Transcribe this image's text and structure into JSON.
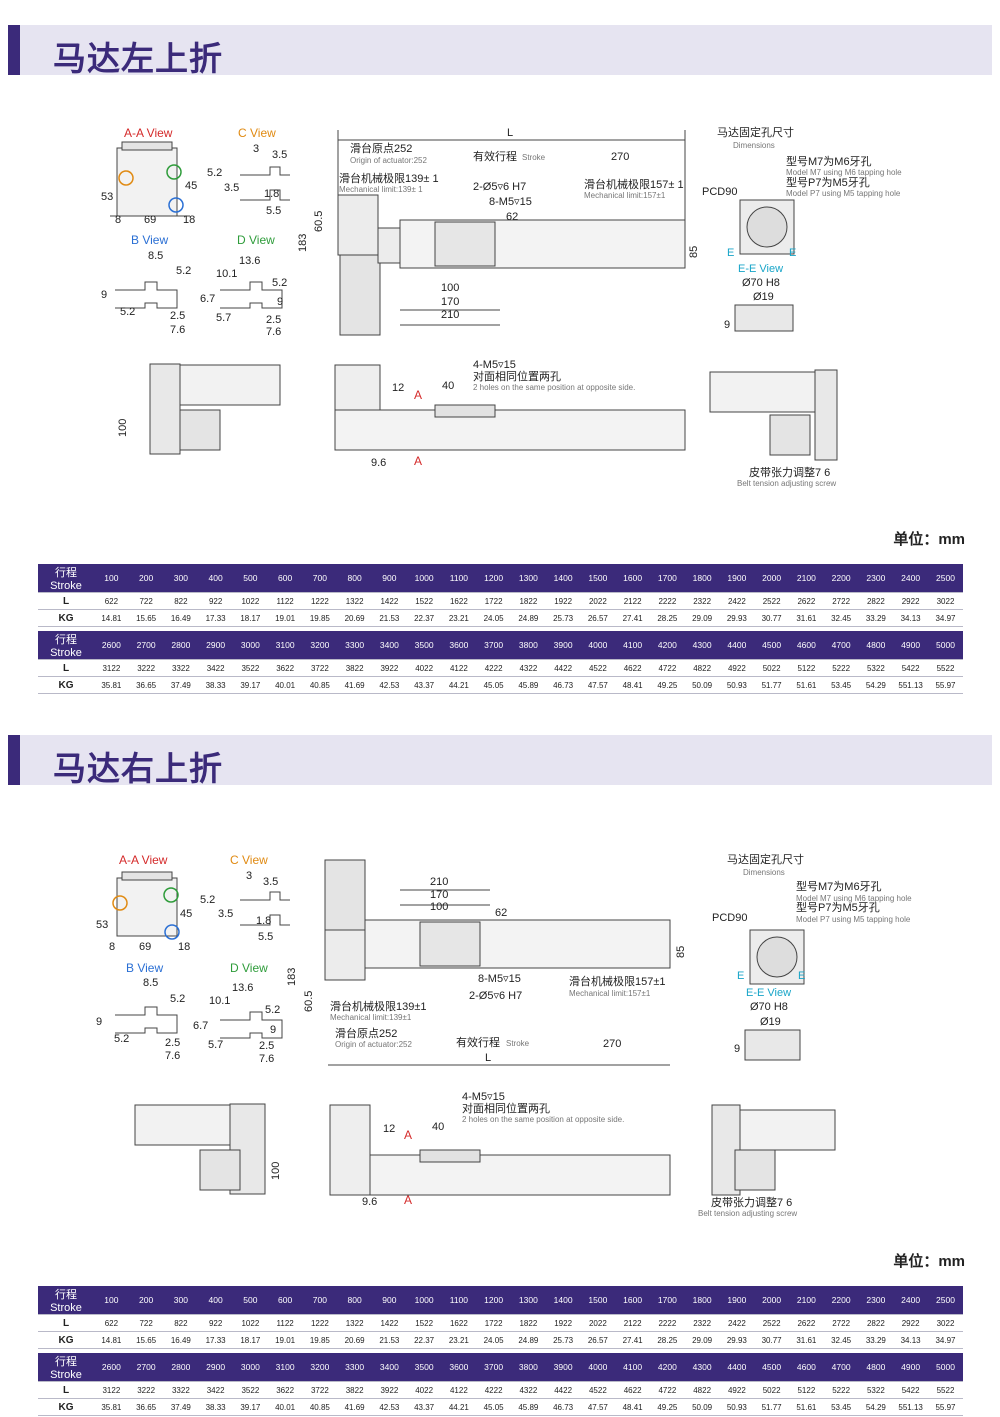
{
  "sections": [
    {
      "title": "马达左上折",
      "labels": {
        "aa_view": "A-A View",
        "c_view": "C View",
        "b_view": "B View",
        "d_view": "D View",
        "dim_3": "3",
        "dim_3_5": "3.5",
        "dim_5_2": "5.2",
        "dim_1_8": "1.8",
        "dim_5_5": "5.5",
        "dim_53": "53",
        "dim_45": "45",
        "dim_8": "8",
        "dim_69": "69",
        "dim_18": "18",
        "dim_8_5": "8.5",
        "dim_5_2b": "5.2",
        "dim_9": "9",
        "dim_2_5": "2.5",
        "dim_7_6": "7.6",
        "dim_13_6": "13.6",
        "dim_10_1": "10.1",
        "dim_6_7": "6.7",
        "dim_5_7": "5.7",
        "dim_L": "L",
        "origin_cn": "滑台原点252",
        "origin_en": "Origin of actuator:252",
        "stroke_cn": "有效行程",
        "stroke_en": "Stroke",
        "dim_270": "270",
        "mech_left_cn": "滑台机械极限139± 1",
        "mech_left_en": "Mechanical limit:139± 1",
        "mech_right_cn": "滑台机械极限157± 1",
        "mech_right_en": "Mechanical limit:157±1",
        "pin_hole": "2-Ø5▿6 H7",
        "tap_hole": "8-M5▿15",
        "dim_62": "62",
        "dim_60_5": "60.5",
        "dim_183": "183",
        "dim_85": "85",
        "dim_100": "100",
        "dim_170": "170",
        "dim_210": "210",
        "motor_hole_cn": "马达固定孔尺寸",
        "motor_hole_en": "Dimensions",
        "m7_cn": "型号M7为M6牙孔",
        "m7_en": "Model M7 using M6 tapping hole",
        "p7_cn": "型号P7为M5牙孔",
        "p7_en": "Model P7 using M5 tapping hole",
        "pcd": "PCD90",
        "e": "E",
        "ee_view": "E-E View",
        "d70": "Ø70 H8",
        "d19": "Ø19",
        "dim_9b": "9",
        "dim_100b": "100",
        "holes4": "4-M5▿15",
        "holes4_cn": "对面相同位置两孔",
        "holes4_en": "2 holes on the same position at opposite side.",
        "dim_12": "12",
        "dim_40": "40",
        "a_mark": "A",
        "dim_9_6": "9.6",
        "belt_cn": "皮带张力调整7 6",
        "belt_en": "Belt tension adjusting screw"
      },
      "unit": "单位：mm"
    },
    {
      "title": "马达右上折",
      "labels": {
        "aa_view": "A-A View",
        "c_view": "C View",
        "b_view": "B View",
        "d_view": "D View",
        "dim_3": "3",
        "dim_3_5": "3.5",
        "dim_5_2": "5.2",
        "dim_1_8": "1.8",
        "dim_5_5": "5.5",
        "dim_53": "53",
        "dim_45": "45",
        "dim_8": "8",
        "dim_69": "69",
        "dim_18": "18",
        "dim_8_5": "8.5",
        "dim_5_2b": "5.2",
        "dim_9": "9",
        "dim_2_5": "2.5",
        "dim_7_6": "7.6",
        "dim_13_6": "13.6",
        "dim_10_1": "10.1",
        "dim_6_7": "6.7",
        "dim_5_7": "5.7",
        "dim_L": "L",
        "origin_cn": "滑台原点252",
        "origin_en": "Origin of actuator:252",
        "stroke_cn": "有效行程",
        "stroke_en": "Stroke",
        "dim_270": "270",
        "mech_left_cn": "滑台机械极限139±1",
        "mech_left_en": "Mechanical limit:139±1",
        "mech_right_cn": "滑台机械极限157±1",
        "mech_right_en": "Mechanical limit:157±1",
        "pin_hole": "2-Ø5▿6 H7",
        "tap_hole": "8-M5▿15",
        "dim_62": "62",
        "dim_60_5": "60.5",
        "dim_183": "183",
        "dim_85": "85",
        "dim_100": "100",
        "dim_170": "170",
        "dim_210": "210",
        "motor_hole_cn": "马达固定孔尺寸",
        "motor_hole_en": "Dimensions",
        "m7_cn": "型号M7为M6牙孔",
        "m7_en": "Model M7 using M6 tapping hole",
        "p7_cn": "型号P7为M5牙孔",
        "p7_en": "Model P7 using M5 tapping hole",
        "pcd": "PCD90",
        "e": "E",
        "ee_view": "E-E View",
        "d70": "Ø70 H8",
        "d19": "Ø19",
        "dim_9b": "9",
        "dim_100b": "100",
        "holes4": "4-M5▿15",
        "holes4_cn": "对面相同位置两孔",
        "holes4_en": "2 holes on the same position at opposite side.",
        "dim_12": "12",
        "dim_40": "40",
        "a_mark": "A",
        "dim_9_6": "9.6",
        "belt_cn": "皮带张力调整7 6",
        "belt_en": "Belt tension adjusting screw"
      },
      "unit": "单位：mm"
    }
  ],
  "table": {
    "row_stroke": "行程 Stroke",
    "row_L": "L",
    "row_KG": "KG",
    "block1": {
      "stroke": [
        "100",
        "200",
        "300",
        "400",
        "500",
        "600",
        "700",
        "800",
        "900",
        "1000",
        "1100",
        "1200",
        "1300",
        "1400",
        "1500",
        "1600",
        "1700",
        "1800",
        "1900",
        "2000",
        "2100",
        "2200",
        "2300",
        "2400",
        "2500"
      ],
      "L": [
        "622",
        "722",
        "822",
        "922",
        "1022",
        "1122",
        "1222",
        "1322",
        "1422",
        "1522",
        "1622",
        "1722",
        "1822",
        "1922",
        "2022",
        "2122",
        "2222",
        "2322",
        "2422",
        "2522",
        "2622",
        "2722",
        "2822",
        "2922",
        "3022"
      ],
      "KG": [
        "14.81",
        "15.65",
        "16.49",
        "17.33",
        "18.17",
        "19.01",
        "19.85",
        "20.69",
        "21.53",
        "22.37",
        "23.21",
        "24.05",
        "24.89",
        "25.73",
        "26.57",
        "27.41",
        "28.25",
        "29.09",
        "29.93",
        "30.77",
        "31.61",
        "32.45",
        "33.29",
        "34.13",
        "34.97"
      ]
    },
    "block2": {
      "stroke": [
        "2600",
        "2700",
        "2800",
        "2900",
        "3000",
        "3100",
        "3200",
        "3300",
        "3400",
        "3500",
        "3600",
        "3700",
        "3800",
        "3900",
        "4000",
        "4100",
        "4200",
        "4300",
        "4400",
        "4500",
        "4600",
        "4700",
        "4800",
        "4900",
        "5000"
      ],
      "L": [
        "3122",
        "3222",
        "3322",
        "3422",
        "3522",
        "3622",
        "3722",
        "3822",
        "3922",
        "4022",
        "4122",
        "4222",
        "4322",
        "4422",
        "4522",
        "4622",
        "4722",
        "4822",
        "4922",
        "5022",
        "5122",
        "5222",
        "5322",
        "5422",
        "5522"
      ],
      "KG": [
        "35.81",
        "36.65",
        "37.49",
        "38.33",
        "39.17",
        "40.01",
        "40.85",
        "41.69",
        "42.53",
        "43.37",
        "44.21",
        "45.05",
        "45.89",
        "46.73",
        "47.57",
        "48.41",
        "49.25",
        "50.09",
        "50.93",
        "51.77",
        "51.61",
        "53.45",
        "54.29",
        "551.13",
        "55.97"
      ]
    }
  },
  "colors": {
    "brand": "#3b2a7a",
    "header_bg": "#e6e4f1",
    "table_header": "#3b2a7a",
    "view_red": "#d42a2a",
    "view_orange": "#e08a12",
    "view_blue": "#2a6fd4",
    "view_green": "#2e9c3a"
  }
}
